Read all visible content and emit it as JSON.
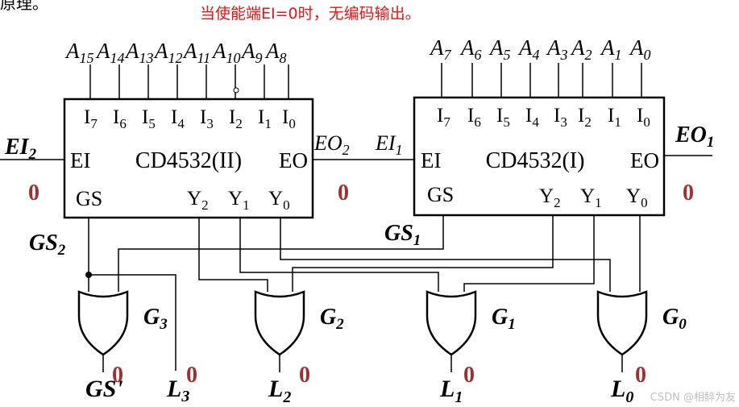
{
  "header": {
    "clipped_text": "原理。",
    "note": "当使能端EI=0时，无编码输出。"
  },
  "chip2": {
    "name": "CD4532(II)",
    "inputs": [
      {
        "pin": "I",
        "sub": "7",
        "line": "A",
        "line_sub": "15"
      },
      {
        "pin": "I",
        "sub": "6",
        "line": "A",
        "line_sub": "14"
      },
      {
        "pin": "I",
        "sub": "5",
        "line": "A",
        "line_sub": "13"
      },
      {
        "pin": "I",
        "sub": "4",
        "line": "A",
        "line_sub": "12"
      },
      {
        "pin": "I",
        "sub": "3",
        "line": "A",
        "line_sub": "11"
      },
      {
        "pin": "I",
        "sub": "2",
        "line": "A",
        "line_sub": "10"
      },
      {
        "pin": "I",
        "sub": "1",
        "line": "A",
        "line_sub": "9"
      },
      {
        "pin": "I",
        "sub": "0",
        "line": "A",
        "line_sub": "8"
      }
    ],
    "ei": "EI",
    "eo": "EO",
    "gs": "GS",
    "outputs": [
      {
        "pin": "Y",
        "sub": "2"
      },
      {
        "pin": "Y",
        "sub": "1"
      },
      {
        "pin": "Y",
        "sub": "0"
      }
    ]
  },
  "chip1": {
    "name": "CD4532(I)",
    "inputs": [
      {
        "pin": "I",
        "sub": "7",
        "line": "A",
        "line_sub": "7"
      },
      {
        "pin": "I",
        "sub": "6",
        "line": "A",
        "line_sub": "6"
      },
      {
        "pin": "I",
        "sub": "5",
        "line": "A",
        "line_sub": "5"
      },
      {
        "pin": "I",
        "sub": "4",
        "line": "A",
        "line_sub": "4"
      },
      {
        "pin": "I",
        "sub": "3",
        "line": "A",
        "line_sub": "3"
      },
      {
        "pin": "I",
        "sub": "2",
        "line": "A",
        "line_sub": "2"
      },
      {
        "pin": "I",
        "sub": "1",
        "line": "A",
        "line_sub": "1"
      },
      {
        "pin": "I",
        "sub": "0",
        "line": "A",
        "line_sub": "0"
      }
    ],
    "ei": "EI",
    "eo": "EO",
    "gs": "GS",
    "outputs": [
      {
        "pin": "Y",
        "sub": "2"
      },
      {
        "pin": "Y",
        "sub": "1"
      },
      {
        "pin": "Y",
        "sub": "0"
      }
    ]
  },
  "signals": {
    "ei2": {
      "base": "EI",
      "sub": "2"
    },
    "eo2": {
      "base": "EO",
      "sub": "2"
    },
    "ei1": {
      "base": "EI",
      "sub": "1"
    },
    "eo1": {
      "base": "EO",
      "sub": "1"
    },
    "gs2": {
      "base": "GS",
      "sub": "2"
    },
    "gs1": {
      "base": "GS",
      "sub": "1"
    }
  },
  "gates": [
    {
      "label": "G",
      "sub": "3",
      "output": "GS'",
      "output_sub": ""
    },
    {
      "label": "G",
      "sub": "2",
      "output": "L",
      "output_sub": "2"
    },
    {
      "label": "G",
      "sub": "1",
      "output": "L",
      "output_sub": "1"
    },
    {
      "label": "G",
      "sub": "0",
      "output": "L",
      "output_sub": "0"
    }
  ],
  "l3": {
    "base": "L",
    "sub": "3"
  },
  "zero_value": "0",
  "colors": {
    "wire": "#000000",
    "zero": "#a03030",
    "note": "#ee1111",
    "watermark": "#bfbfbf"
  },
  "watermark": "CSDN @相醉为友"
}
